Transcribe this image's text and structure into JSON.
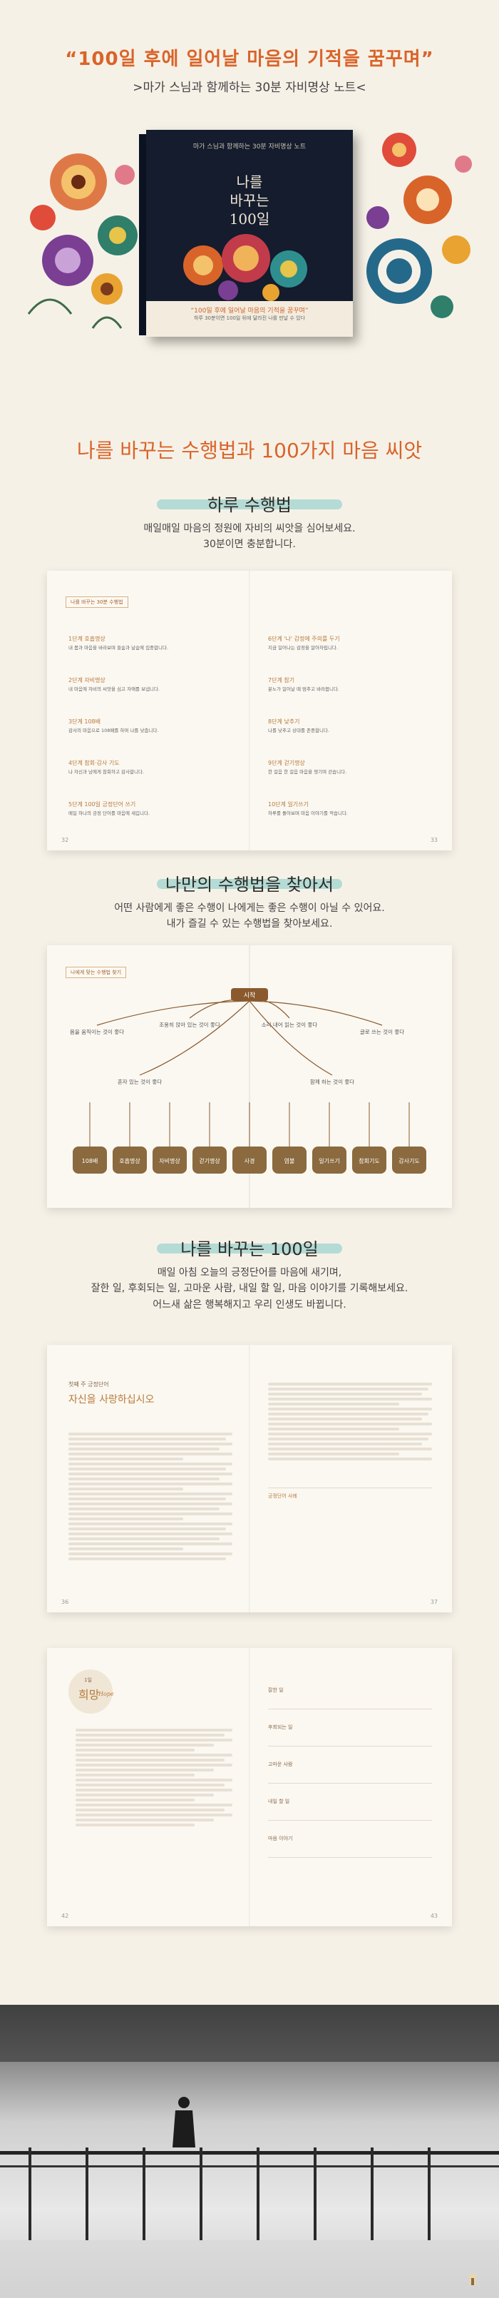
{
  "hero": {
    "title": "“100일 후에 일어날 마음의 기적을 꿈꾸며”",
    "subtitle": ">마가 스님과 함께하는 30분 자비명상 노트<",
    "book": {
      "tagline": "마가 스님과 함께하는 30분 자비명상 노트",
      "title_line1": "나를",
      "title_line2": "바꾸는",
      "title_line3": "100일",
      "band_text": "“100일 후에 일어날 마음의 기적을 꿈꾸며”",
      "band_sub": "하루 30분이면 100일 뒤에 달라진 나를 만날 수 있다"
    }
  },
  "heading_main": "나를 바꾸는 수행법과 100가지 마음 씨앗",
  "section1": {
    "title": "하루 수행법",
    "desc_line1": "매일매일 마음의 정원에 자비의 씨앗을 심어보세요.",
    "desc_line2": "30분이면 충분합니다.",
    "spread": {
      "chip": "나를 바꾸는 30분 수행법",
      "left": [
        {
          "title": "1단계 호흡명상",
          "desc": "내 몸과 마음을 바라보며 들숨과 날숨에 집중합니다."
        },
        {
          "title": "2단계 자비명상",
          "desc": "내 마음에 자비의 씨앗을 심고 자애를 보냅니다."
        },
        {
          "title": "3단계 108배",
          "desc": "감사의 마음으로 108배를 하며 나를 낮춥니다."
        },
        {
          "title": "4단계 참회·감사 기도",
          "desc": "나 자신과 남에게 참회하고 감사합니다."
        },
        {
          "title": "5단계 100일 긍정단어 쓰기",
          "desc": "매일 하나의 긍정 단어를 마음에 새깁니다."
        }
      ],
      "right": [
        {
          "title": "6단계 '나' 감정에 주의를 두기",
          "desc": "지금 일어나는 감정을 알아차립니다."
        },
        {
          "title": "7단계 참기",
          "desc": "분노가 일어날 때 멈추고 바라봅니다."
        },
        {
          "title": "8단계 낮추기",
          "desc": "나를 낮추고 상대를 존중합니다."
        },
        {
          "title": "9단계 걷기명상",
          "desc": "한 걸음 한 걸음 마음을 챙기며 걷습니다."
        },
        {
          "title": "10단계 일기쓰기",
          "desc": "하루를 돌아보며 마음 이야기를 적습니다."
        }
      ],
      "page_left": "32",
      "page_right": "33"
    }
  },
  "section2": {
    "title": "나만의 수행법을 찾아서",
    "desc_line1": "어떤 사람에게 좋은 수행이 나에게는 좋은 수행이 아닐 수 있어요.",
    "desc_line2": "내가 즐길 수 있는 수행법을 찾아보세요.",
    "chip": "나에게 맞는 수행법 찾기",
    "start_label": "시작",
    "nodes": [
      "몸을 움직이는 것이 좋다",
      "조용히 앉아 있는 것이 좋다",
      "소리 내어 읽는 것이 좋다",
      "글로 쓰는 것이 좋다",
      "혼자 있는 것이 좋다",
      "함께 하는 것이 좋다"
    ],
    "results": [
      "108배",
      "호흡명상",
      "자비명상",
      "걷기명상",
      "사경",
      "염불",
      "일기쓰기",
      "참회기도",
      "감사기도"
    ]
  },
  "section3": {
    "title": "나를 바꾸는 100일",
    "desc_line1": "매일 아침 오늘의 긍정단어를 마음에 새기며,",
    "desc_line2": "잘한 일, 후회되는 일, 고마운 사람, 내일 할 일, 마음 이야기를 기록해보세요.",
    "desc_line3": "어느새 삶은 행복해지고 우리 인생도 바뀝니다.",
    "spread1": {
      "chip_label": "첫째 주 긍정단어",
      "heading": "자신을 사랑하십시오",
      "page_left": "36",
      "page_right": "37",
      "note_label": "긍정단어 사례"
    },
    "spread2": {
      "day_label": "1일",
      "word": "희망",
      "word_en": "Hope",
      "prompts": [
        "잘한 일",
        "후회되는 일",
        "고마운 사람",
        "내일 할 일",
        "마음 이야기"
      ],
      "page_left": "42",
      "page_right": "43"
    }
  },
  "colors": {
    "accent": "#d9642a",
    "background": "#f6f1e7",
    "brush": "#7dc9c6",
    "book_cover": "#141c2e"
  }
}
